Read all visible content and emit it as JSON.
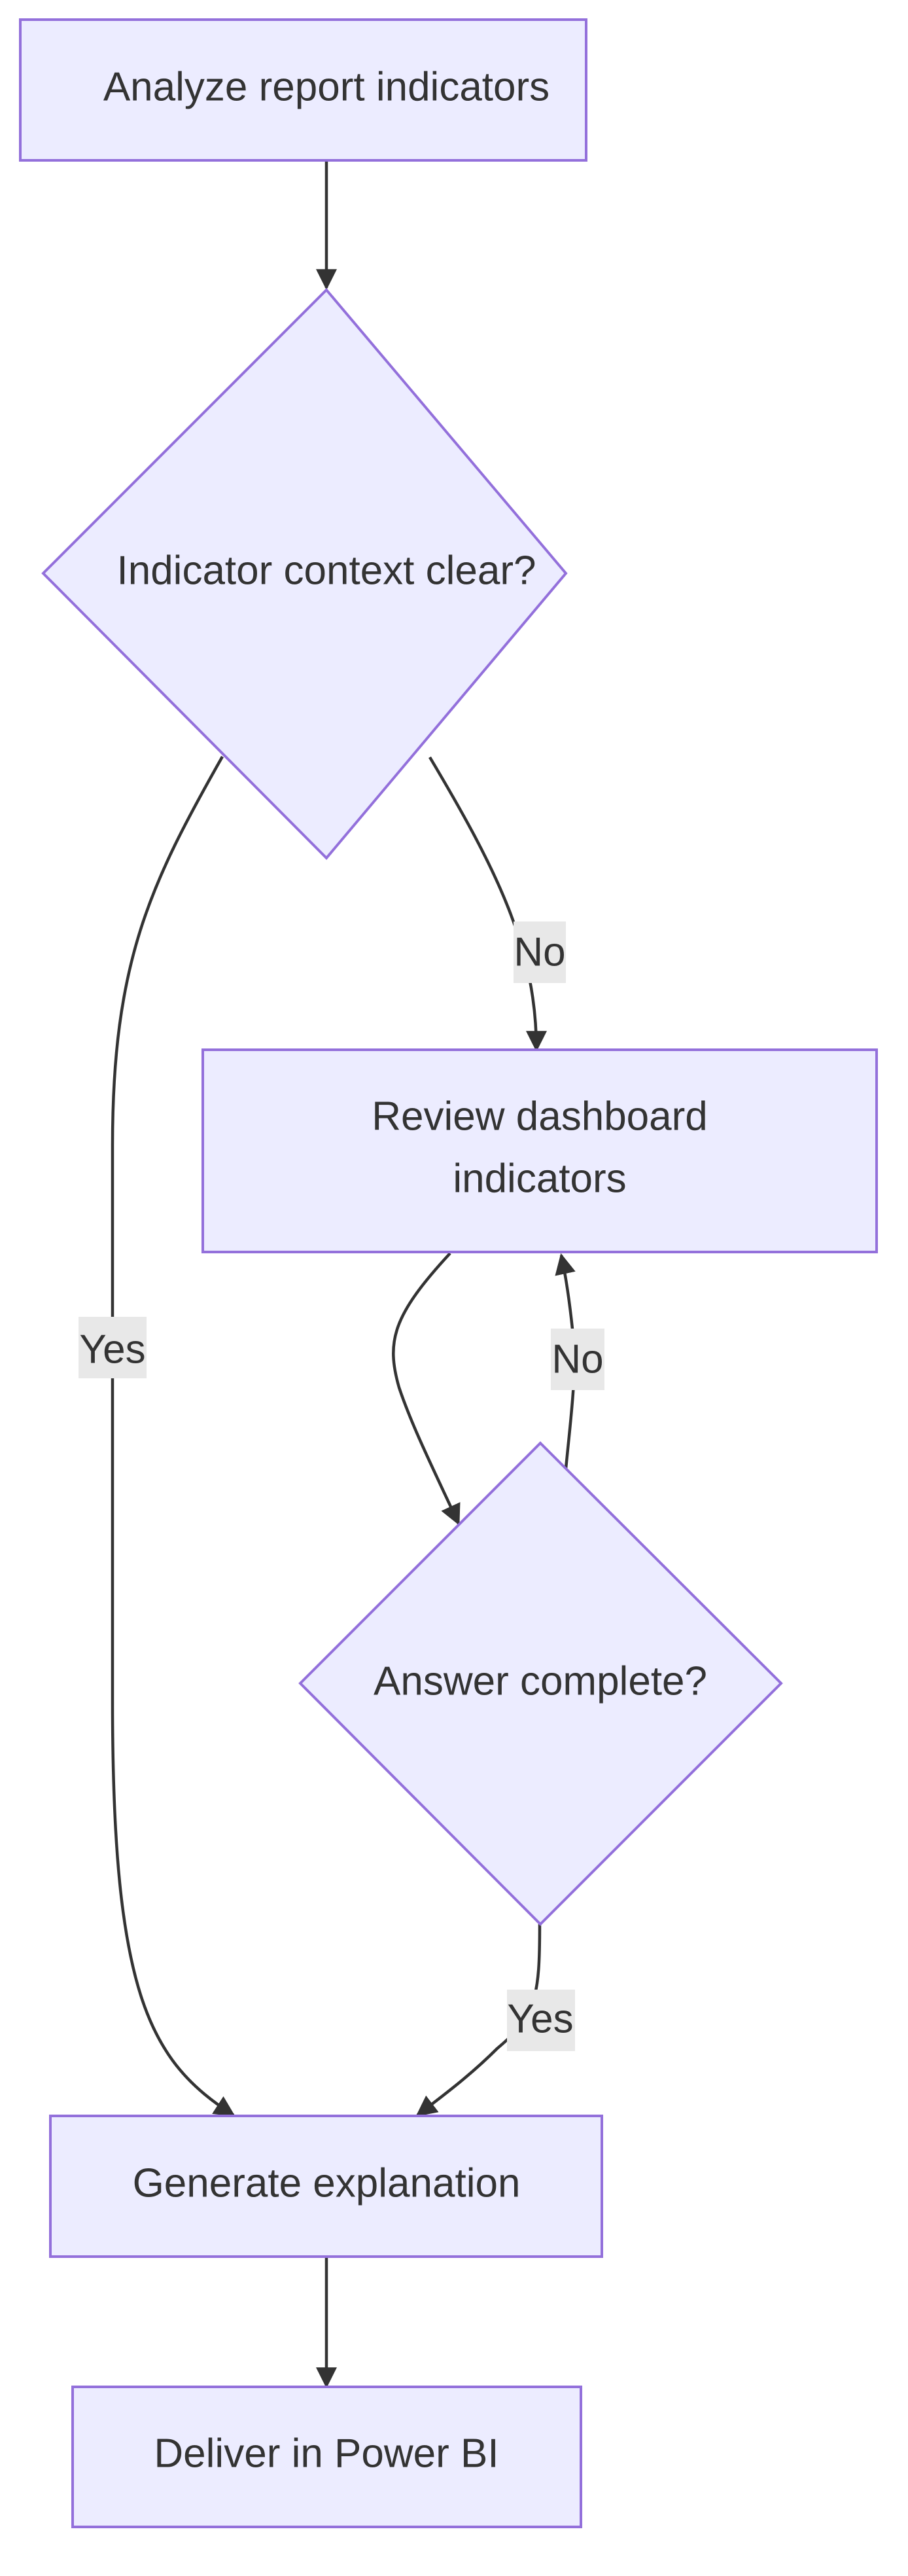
{
  "nodes": {
    "analyze": "Analyze report indicators",
    "context_clear": "Indicator context clear?",
    "review": [
      "Review dashboard",
      "indicators"
    ],
    "answer_complete": "Answer complete?",
    "generate": "Generate explanation",
    "deliver": "Deliver in Power BI"
  },
  "edges": {
    "context_yes": "Yes",
    "context_no": "No",
    "answer_no": "No",
    "answer_yes": "Yes"
  },
  "colors": {
    "node_fill": "#ECECFF",
    "node_stroke": "#9370DB",
    "edge": "#333333",
    "label_bg": "#E8E8E8",
    "text": "#333333"
  }
}
